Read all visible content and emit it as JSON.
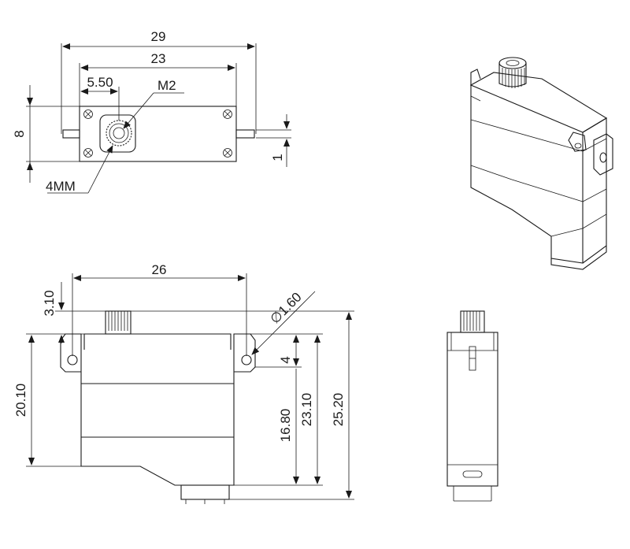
{
  "drawing": {
    "top_view": {
      "overall_width": "29",
      "body_width": "23",
      "shaft_offset": "5.50",
      "thread": "M2",
      "depth": "8",
      "tab_thickness": "1",
      "spline": "4MM"
    },
    "front_view": {
      "hole_spacing": "26",
      "tab_offset": "3.10",
      "hole_diameter": "1.60",
      "hole_to_top": "4",
      "body_height": "20.10",
      "tab_to_bottom": "16.80",
      "tab_to_bottom_full": "23.10",
      "overall_height": "25.20"
    }
  }
}
